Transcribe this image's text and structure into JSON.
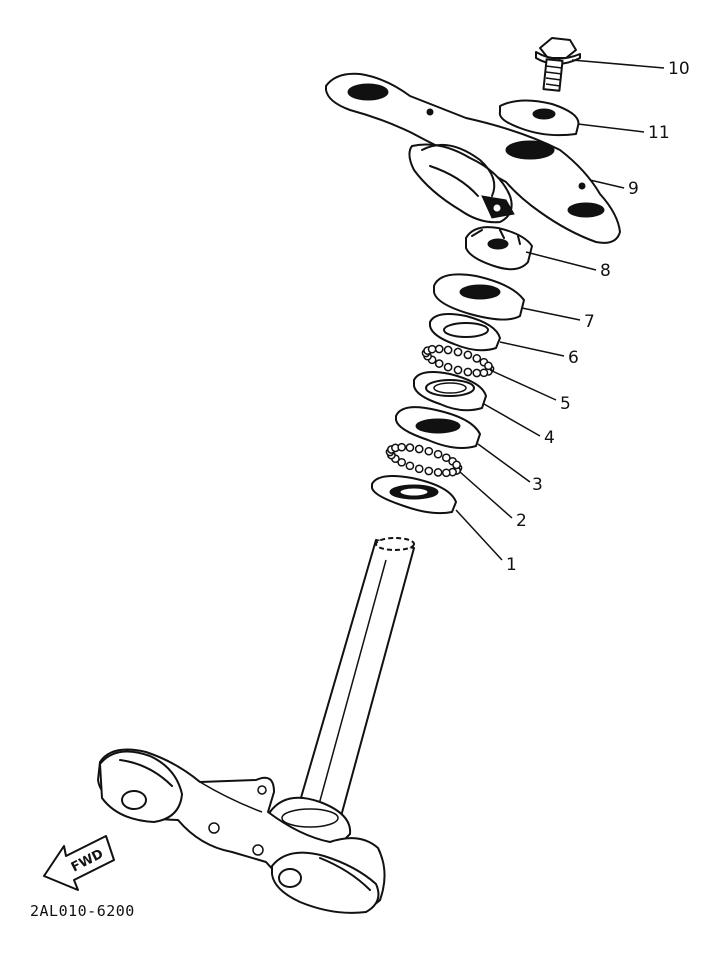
{
  "diagram": {
    "callouts": [
      "1",
      "2",
      "3",
      "4",
      "5",
      "6",
      "7",
      "8",
      "9",
      "10",
      "11"
    ],
    "fwd_label": "FWD",
    "drawing_code": "2AL010-6200"
  }
}
